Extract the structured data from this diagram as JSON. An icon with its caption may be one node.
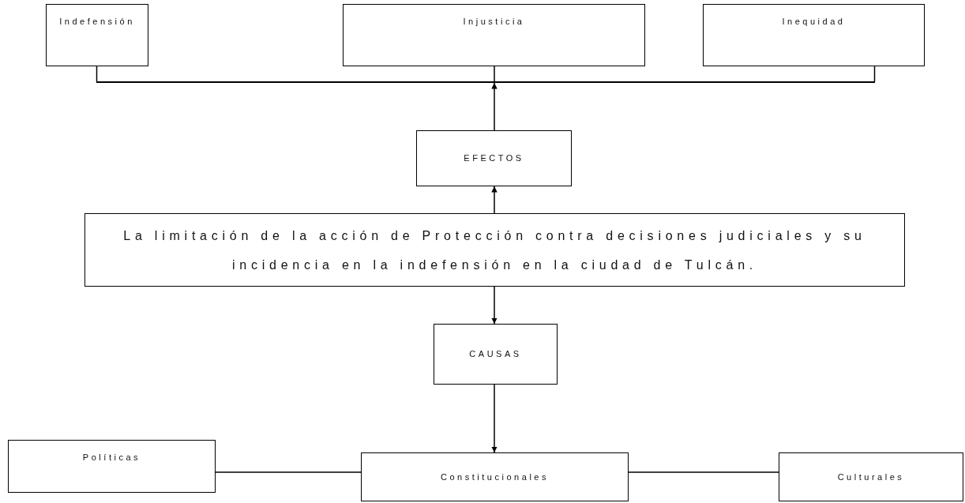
{
  "diagram": {
    "nodes": [
      {
        "text": [
          "Indefensión"
        ]
      },
      {
        "text": [
          "Injusticia"
        ]
      },
      {
        "text": [
          "Inequidad"
        ]
      },
      {
        "text": [],
        "shape": "bar"
      },
      {
        "text": [
          "EFECTOS"
        ]
      },
      {
        "text": [
          "La limitación de la acción de Protección contra decisiones judiciales y su incidencia en la indefensión en la ciudad de Tulcán."
        ]
      },
      {
        "text": [
          "CAUSAS"
        ]
      },
      {
        "text": [
          "Políticas"
        ]
      },
      {
        "text": [
          "Constitucionales"
        ]
      },
      {
        "text": [
          "Culturales"
        ]
      }
    ],
    "edges": [
      {
        "from": 3,
        "to": 0,
        "arrow": "none"
      },
      {
        "from": 3,
        "to": 1,
        "arrow": "none"
      },
      {
        "from": 3,
        "to": 2,
        "arrow": "none"
      },
      {
        "from": 4,
        "to": 3,
        "arrow": "to"
      },
      {
        "from": 5,
        "to": 4,
        "arrow": "to"
      },
      {
        "from": 5,
        "to": 6,
        "arrow": "to"
      },
      {
        "from": 6,
        "to": 8,
        "arrow": "to"
      },
      {
        "from": 7,
        "to": 8,
        "arrow": "none"
      },
      {
        "from": 8,
        "to": 9,
        "arrow": "none"
      }
    ]
  }
}
